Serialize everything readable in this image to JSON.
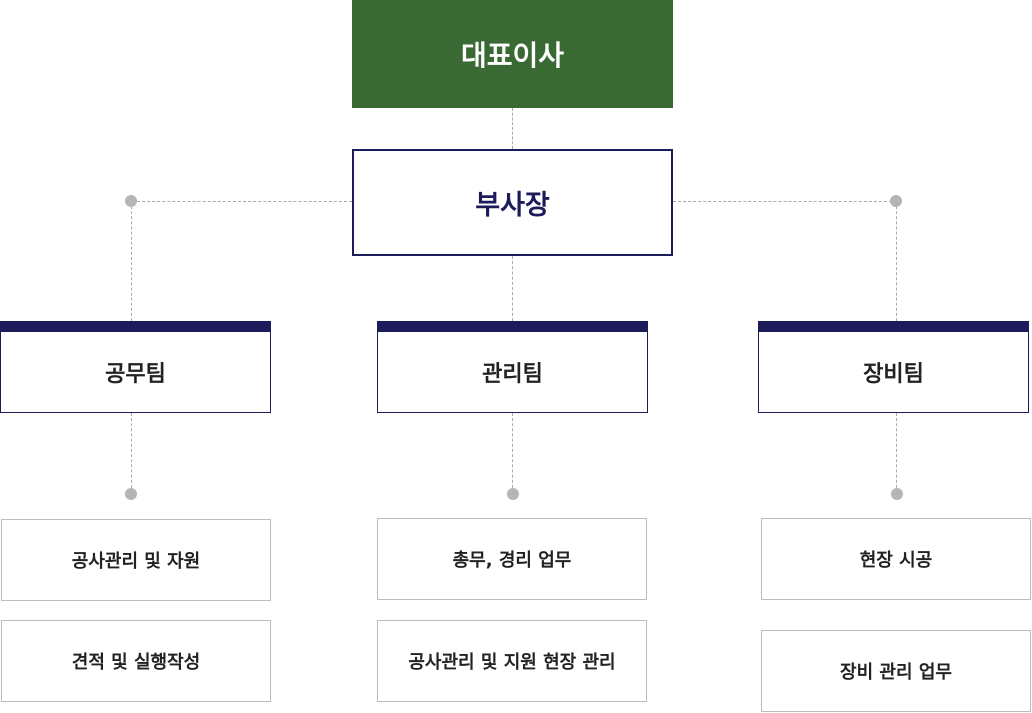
{
  "chart": {
    "ceo": "대표이사",
    "vice_president": "부사장",
    "teams": [
      {
        "name": "공무팀",
        "tasks": [
          "공사관리 및 자원",
          "견적 및 실행작성"
        ]
      },
      {
        "name": "관리팀",
        "tasks": [
          "총무, 경리 업무",
          "공사관리 및 지원 현장 관리"
        ]
      },
      {
        "name": "장비팀",
        "tasks": [
          "현장 시공",
          "장비 관리 업무"
        ]
      }
    ]
  },
  "colors": {
    "ceo_bg": "#3a6a33",
    "navy": "#1c1c5a",
    "connector": "#aaaaaa"
  }
}
